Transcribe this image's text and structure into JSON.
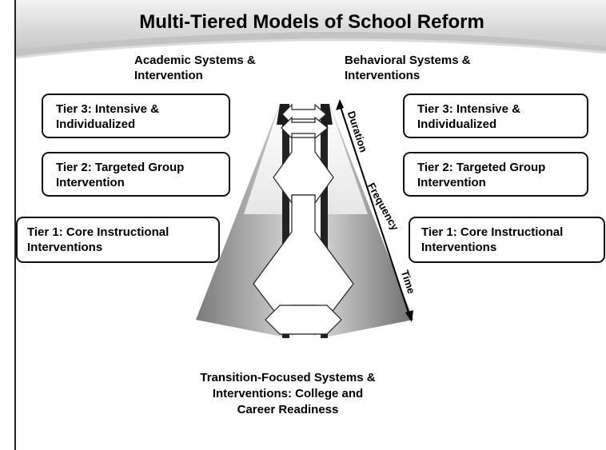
{
  "title": "Multi-Tiered Models of School Reform",
  "headings": {
    "academic": [
      "Academic Systems &",
      "Intervention"
    ],
    "behavioral": [
      "Behavioral Systems &",
      "Interventions"
    ]
  },
  "academic_tiers": [
    {
      "lines": [
        "Tier 3: Intensive &",
        "Individualized"
      ]
    },
    {
      "lines": [
        "Tier 2: Targeted Group",
        "Intervention"
      ]
    },
    {
      "lines": [
        "Tier 1: Core Instructional",
        "Interventions"
      ]
    }
  ],
  "behavioral_tiers": [
    {
      "lines": [
        "Tier 3: Intensive &",
        "Individualized"
      ]
    },
    {
      "lines": [
        "Tier 2: Targeted Group",
        "Intervention"
      ]
    },
    {
      "lines": [
        "Tier 1: Core Instructional",
        "Interventions"
      ]
    }
  ],
  "axis": {
    "duration": "Duration",
    "frequency": "Frequency",
    "time": "Time"
  },
  "transition": [
    "Transition-Focused Systems &",
    "Interventions: College and",
    "Career Readiness"
  ]
}
